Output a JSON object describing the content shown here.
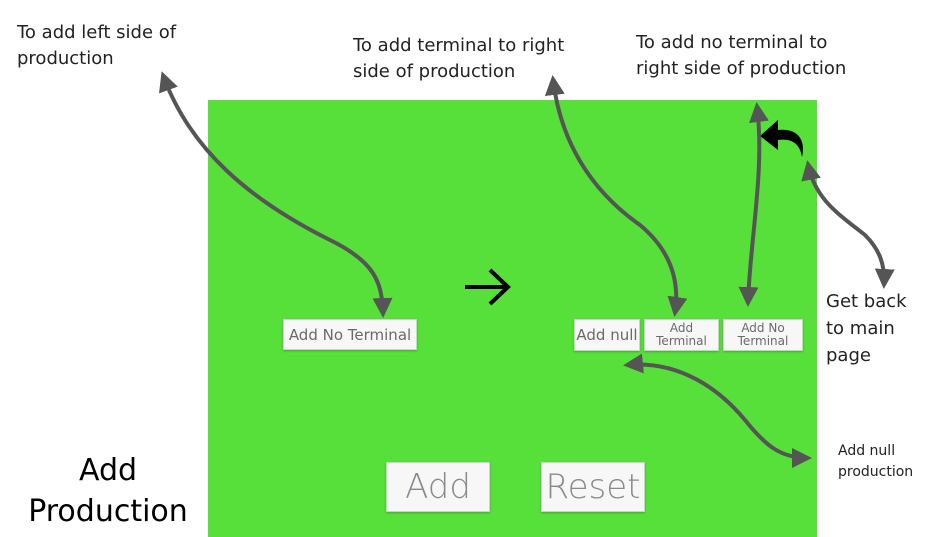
{
  "title": "Add\nProduction",
  "buttons": {
    "left_no_terminal": "Add No Terminal",
    "add_null": "Add null",
    "add_terminal": "Add\nTerminal",
    "add_no_terminal": "Add No\nTerminal",
    "add": "Add",
    "reset": "Reset"
  },
  "annotations": {
    "left_side": "To add left side of\nproduction",
    "terminal_right": "To add terminal to right\nside of production",
    "no_terminal_right": "To add no terminal to\nright side of production",
    "back": "Get back\nto main\npage",
    "null_production": "Add null\nproduction"
  },
  "icons": {
    "arrow": "right-arrow-icon",
    "back": "undo-back-arrow-icon"
  },
  "colors": {
    "panel": "#57e03a",
    "connector": "#555555"
  }
}
